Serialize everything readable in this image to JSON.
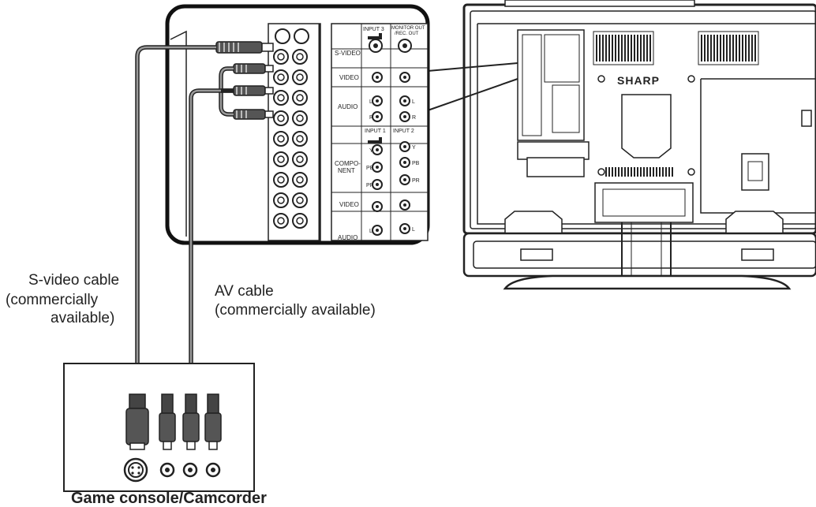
{
  "labels": {
    "svideo_cable": [
      "S-video cable",
      "(commercially",
      "available)"
    ],
    "av_cable": [
      "AV cable",
      "(commercially available)"
    ],
    "device": "Game console/Camcorder"
  },
  "panel": {
    "input3": "INPUT 3",
    "monitor_out": [
      "MONITOR OUT",
      "/REC. OUT"
    ],
    "svideo": "S-VIDEO",
    "video": "VIDEO",
    "audio": "AUDIO",
    "l": "L",
    "r": "R",
    "input1": "INPUT 1",
    "input2": "INPUT 2",
    "component": [
      "COMPO-",
      "NENT"
    ],
    "y": "Y",
    "pb": "PB",
    "pr": "PR",
    "video2": "VIDEO",
    "audio2": "AUDIO"
  },
  "tv": {
    "brand": "SHARP"
  },
  "colors": {
    "line": "#222222",
    "gray": "#8a8a8a",
    "light": "#e6e6e6"
  }
}
